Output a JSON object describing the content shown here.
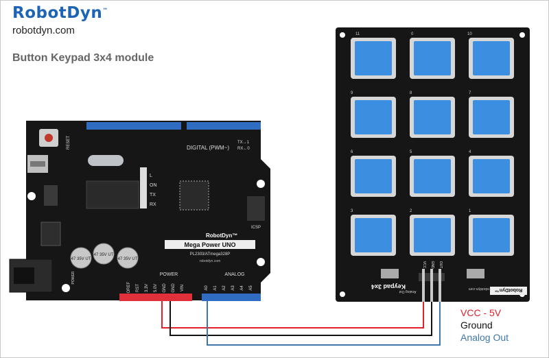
{
  "header": {
    "brand": "RobotDyn",
    "brand_tm": "™",
    "site": "robotdyn.com",
    "title": "Button Keypad 3x4 module"
  },
  "wires": [
    {
      "label": "VCC - 5V",
      "color": "#e0202a"
    },
    {
      "label": "Ground",
      "color": "#111111"
    },
    {
      "label": "Analog Out",
      "color": "#3f76a8"
    }
  ],
  "board": {
    "brand": "RobotDyn™",
    "model": "Mega Power UNO",
    "chip": "PL2303/ATmega328P",
    "site": "robotdyn.com",
    "reset": "RESET",
    "digital": "DIGITAL (PWM~)",
    "tx": "TX→1",
    "rx": "RX←0",
    "on": "ON",
    "tx_led": "TX",
    "rx_led": "RX",
    "led_l": "L",
    "icsp": "ICSP",
    "power": "POWER",
    "analog": "ANALOG",
    "power_pins": [
      "IOREF",
      "RST",
      "3.3V",
      "5.0V",
      "GND",
      "GND",
      "VIN"
    ],
    "analog_pins": [
      "A0",
      "A1",
      "A2",
      "A3",
      "A4",
      "A5"
    ],
    "cap_label": "47 35V UT",
    "power_text": "POWER"
  },
  "keypad": {
    "name": "Keypad 3x4",
    "brand": "RobotDyn™",
    "site": "robotdyn.com",
    "analog_out": "Analog Out",
    "pins": [
      "VCC",
      "GND",
      "OUT"
    ],
    "button_numbers": [
      "11",
      "0",
      "10",
      "9",
      "8",
      "7",
      "6",
      "5",
      "4",
      "3",
      "2",
      "1"
    ],
    "button_color": "#3c8fe0"
  }
}
